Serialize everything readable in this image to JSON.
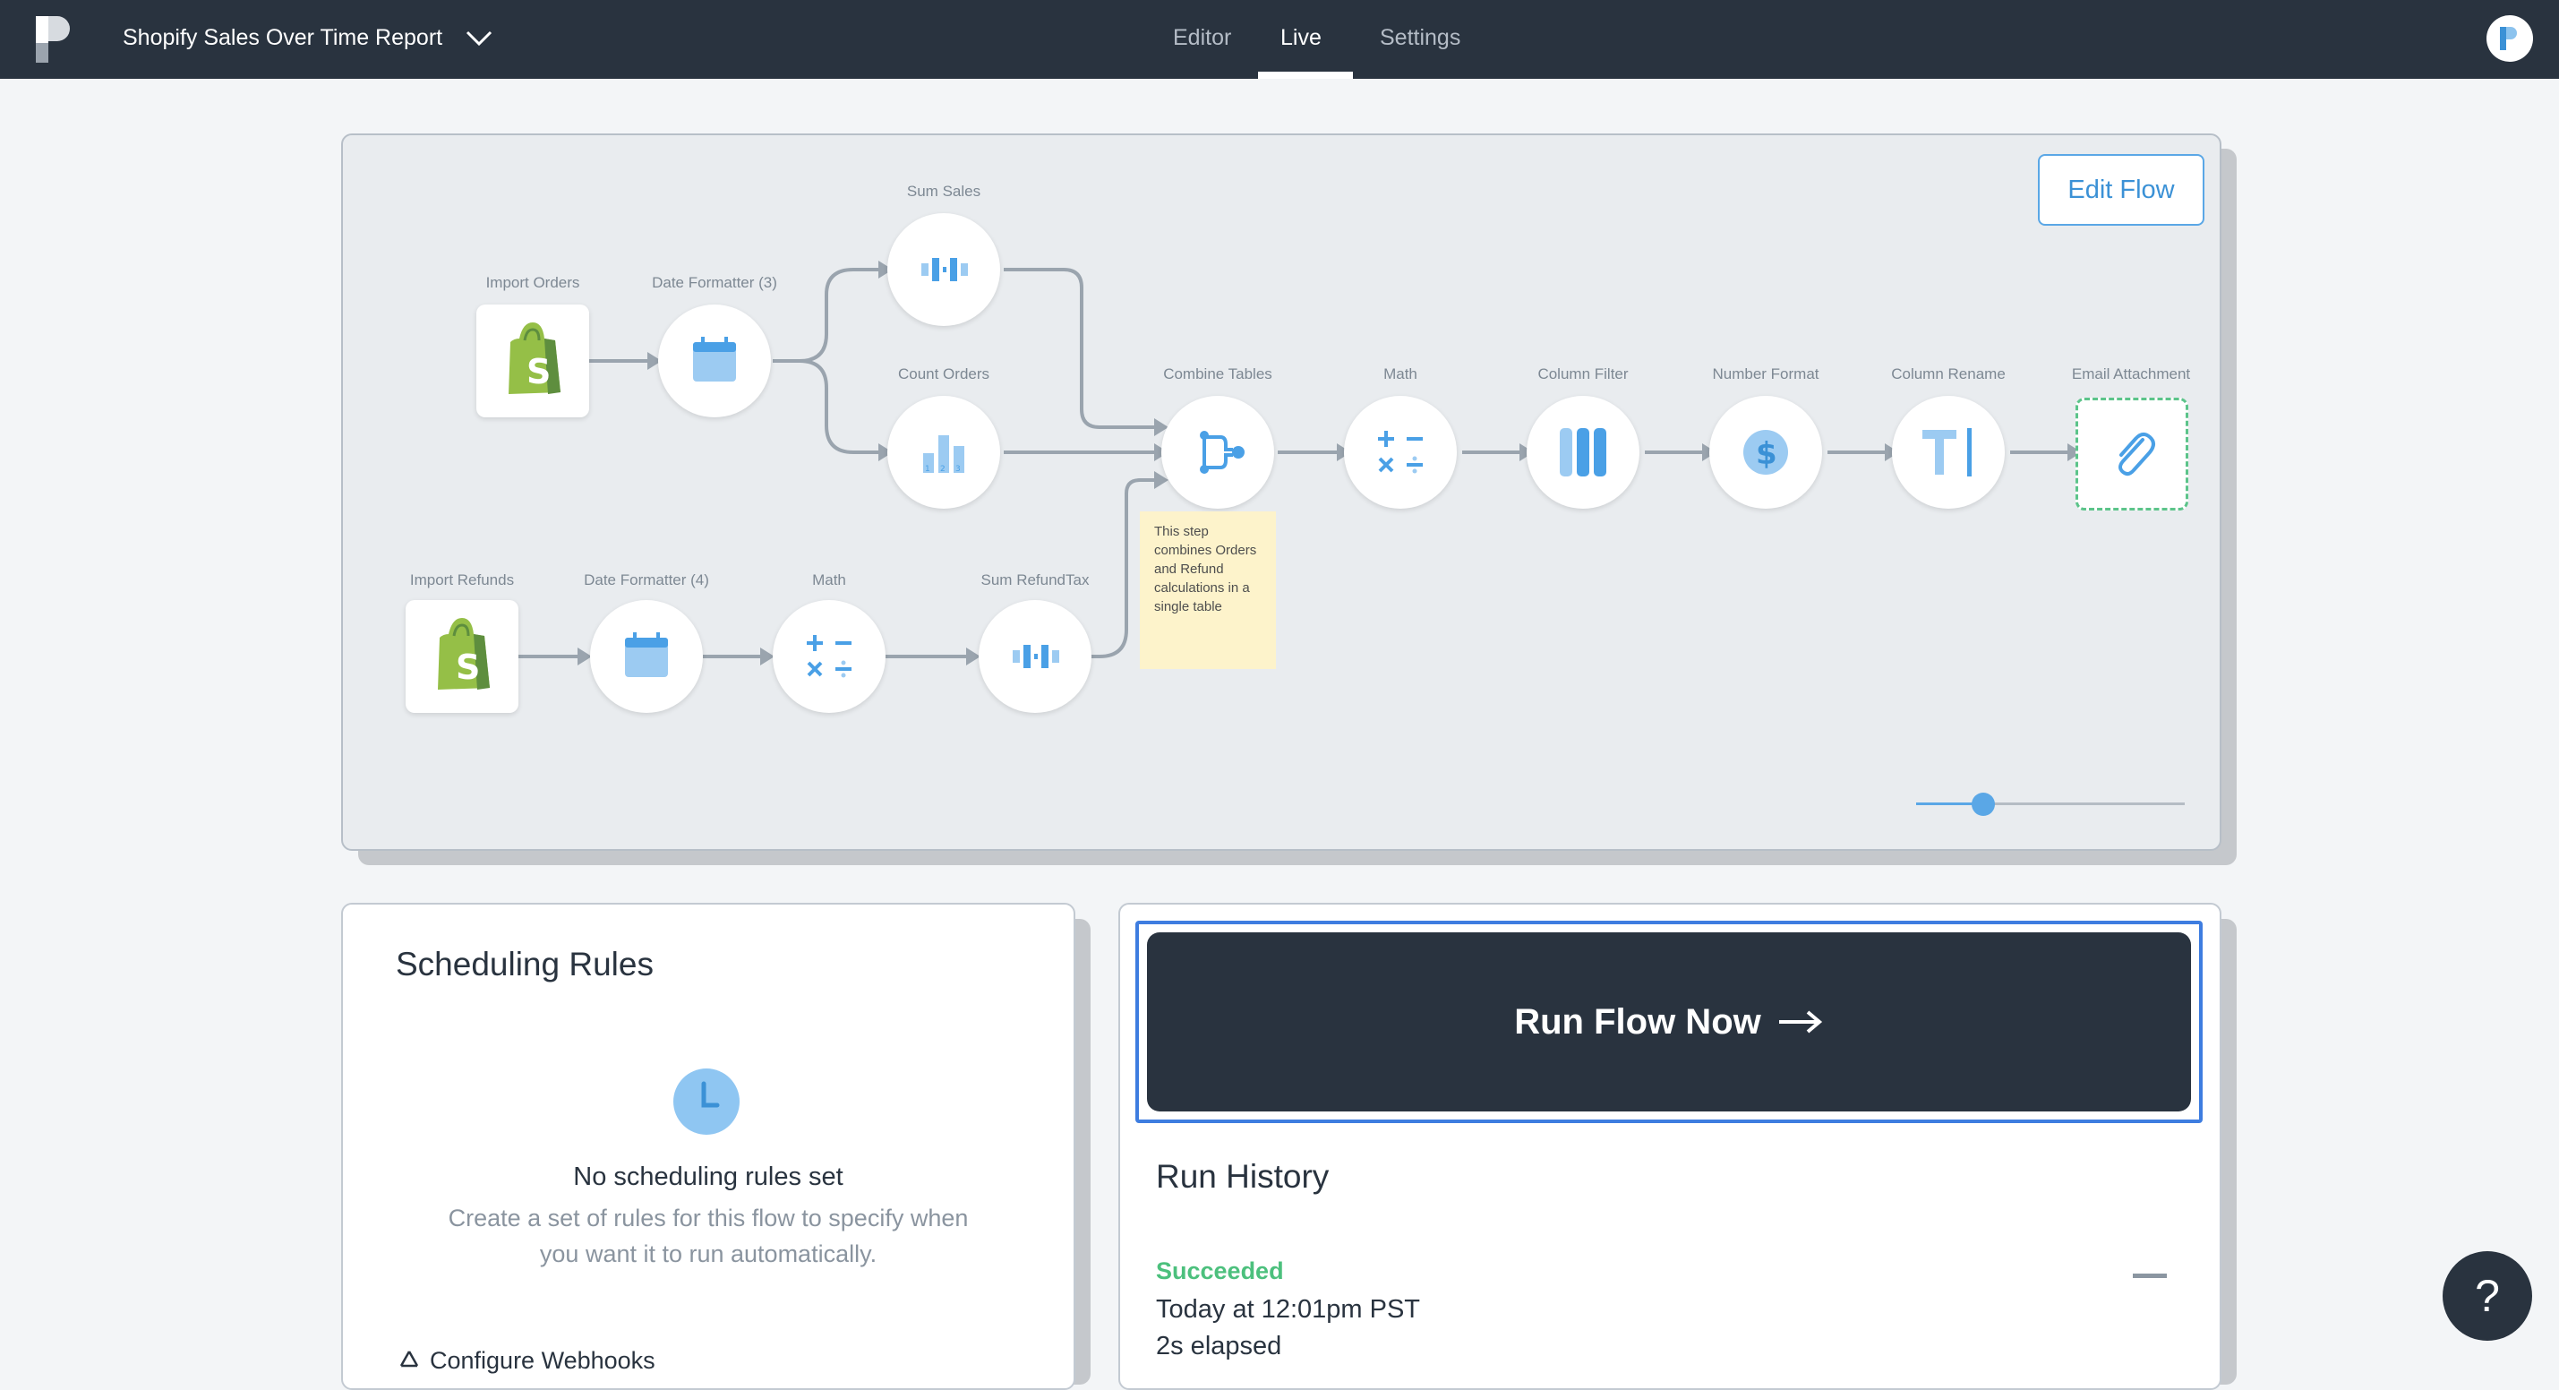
{
  "header": {
    "report_title": "Shopify Sales Over Time Report",
    "tabs": [
      {
        "label": "Editor",
        "active": false
      },
      {
        "label": "Live",
        "active": true
      },
      {
        "label": "Settings",
        "active": false
      }
    ]
  },
  "flow": {
    "edit_button": "Edit Flow",
    "nodes": {
      "import_orders": "Import Orders",
      "date_formatter_3": "Date Formatter (3)",
      "sum_sales": "Sum Sales",
      "count_orders": "Count Orders",
      "combine_tables": "Combine Tables",
      "math_top": "Math",
      "column_filter": "Column Filter",
      "number_format": "Number Format",
      "column_rename": "Column Rename",
      "email_attachment": "Email Attachment",
      "import_refunds": "Import Refunds",
      "date_formatter_4": "Date Formatter (4)",
      "math_bottom": "Math",
      "sum_refundtax": "Sum RefundTax"
    },
    "note": "This step combines Orders and Refund calculations in a single table",
    "zoom_level_fraction": 0.25
  },
  "scheduling": {
    "title": "Scheduling Rules",
    "empty_title": "No scheduling rules set",
    "empty_desc": "Create a set of rules for this flow to specify when you want it to run automatically.",
    "webhooks_label": "Configure Webhooks"
  },
  "run": {
    "button_label": "Run Flow Now",
    "history_title": "Run History",
    "latest": {
      "status": "Succeeded",
      "time": "Today at 12:01pm PST",
      "elapsed": "2s elapsed"
    }
  },
  "help": {
    "label": "?"
  },
  "colors": {
    "topbar": "#29333f",
    "accent_blue": "#5aa7e6",
    "success_green": "#4cc07d",
    "shopify_green": "#95bf47",
    "note_yellow": "#fdf3cb"
  }
}
